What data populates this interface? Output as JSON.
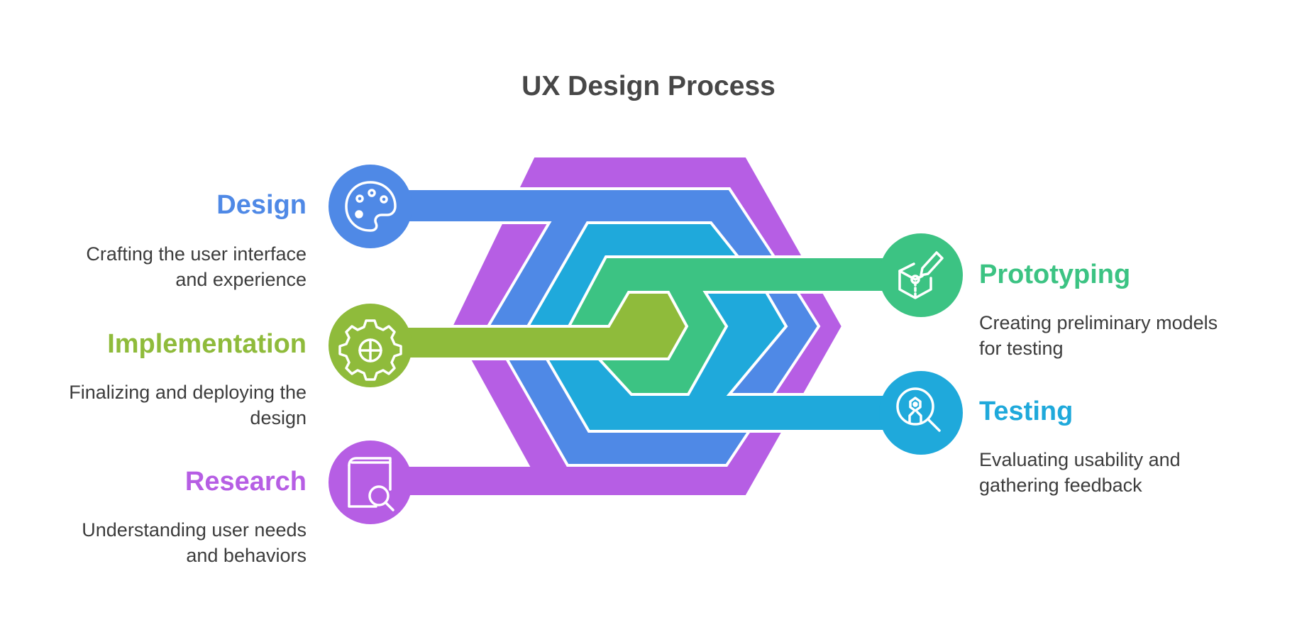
{
  "title": "UX Design Process",
  "colors": {
    "research": "#b65ee4",
    "design": "#4f89e6",
    "testing": "#1fa9db",
    "prototyping": "#3cc383",
    "implementation": "#8fbb3b"
  },
  "steps": {
    "design": {
      "label": "Design",
      "desc_line1": "Crafting the user interface",
      "desc_line2": "and experience",
      "icon": "palette-icon"
    },
    "implementation": {
      "label": "Implementation",
      "desc_line1": "Finalizing and deploying the",
      "desc_line2": "design",
      "icon": "gear-icon"
    },
    "research": {
      "label": "Research",
      "desc_line1": "Understanding user needs",
      "desc_line2": "and behaviors",
      "icon": "book-search-icon"
    },
    "prototyping": {
      "label": "Prototyping",
      "desc_line1": "Creating preliminary models",
      "desc_line2": "for testing",
      "icon": "cube-pen-icon"
    },
    "testing": {
      "label": "Testing",
      "desc_line1": "Evaluating usability and",
      "desc_line2": "gathering feedback",
      "icon": "magnifier-robot-icon"
    }
  }
}
